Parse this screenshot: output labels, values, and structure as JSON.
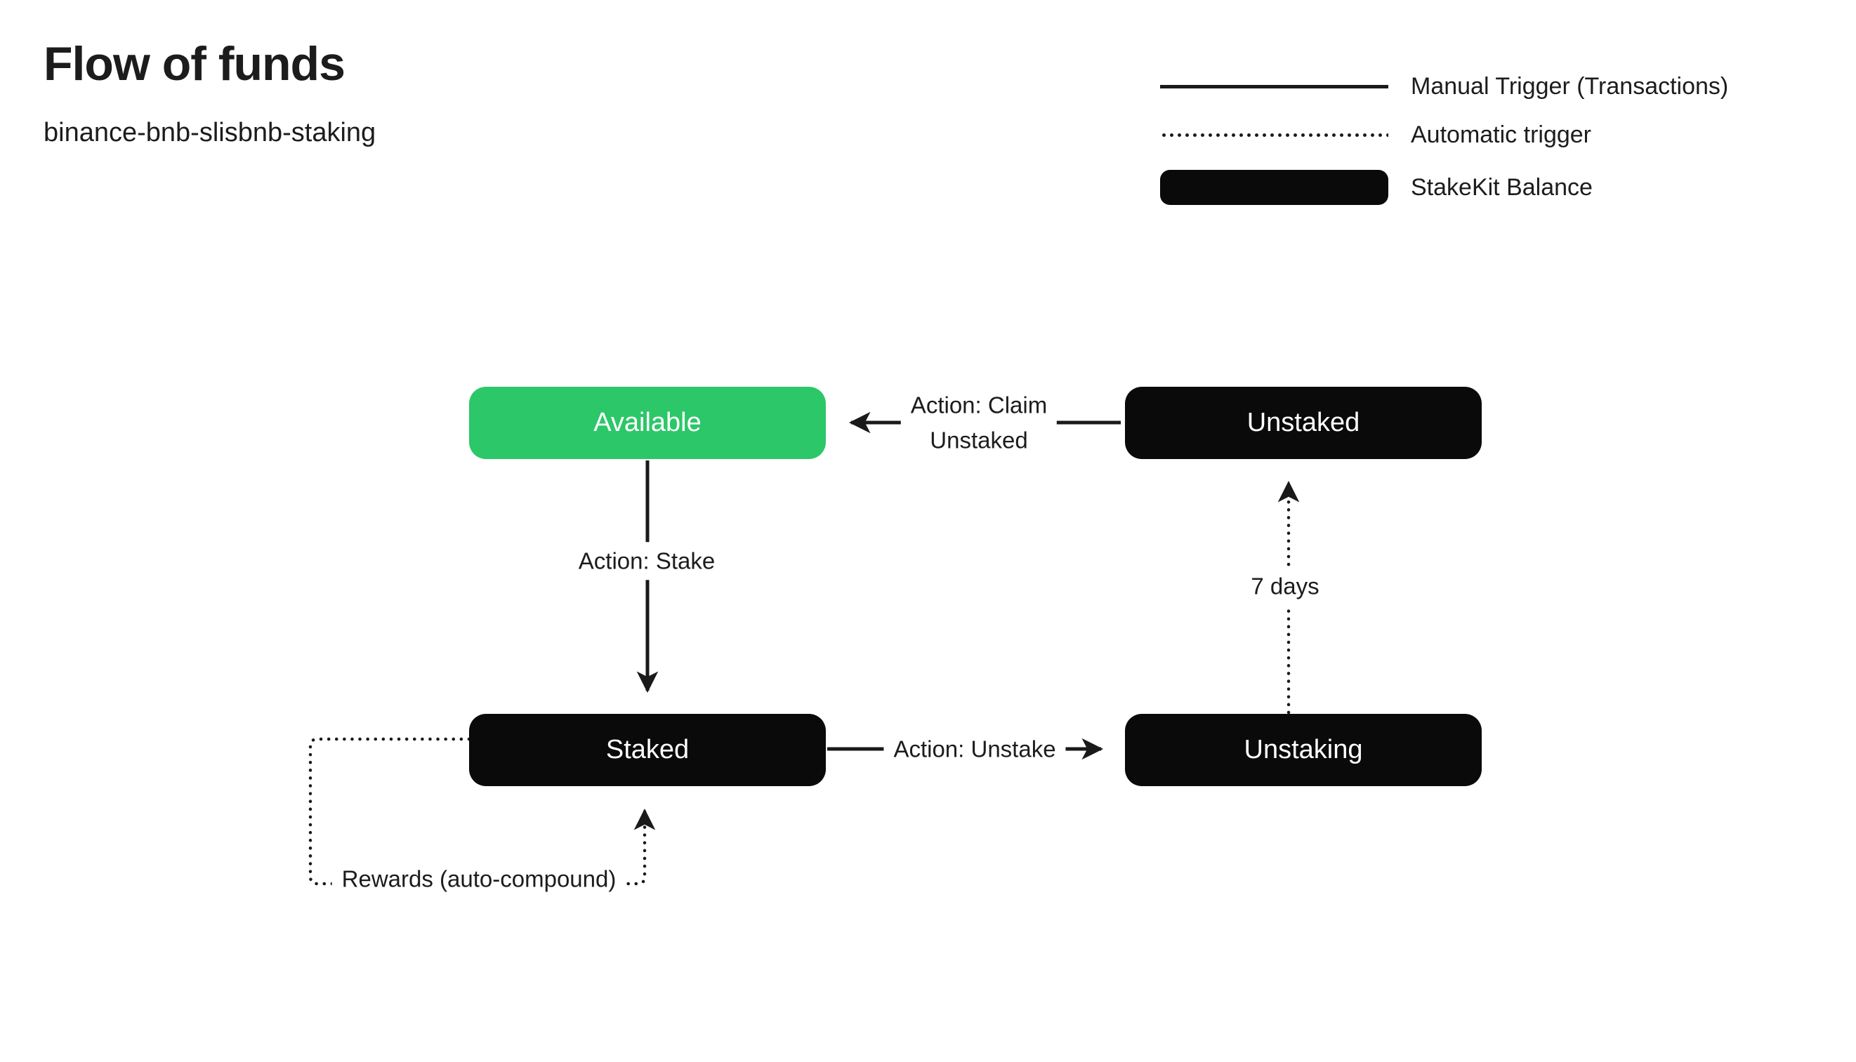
{
  "header": {
    "title": "Flow of funds",
    "subtitle": "binance-bnb-slisbnb-staking"
  },
  "legend": {
    "items": [
      {
        "swatch": "solid-line",
        "label": "Manual Trigger (Transactions)"
      },
      {
        "swatch": "dotted-line",
        "label": "Automatic trigger"
      },
      {
        "swatch": "filled-pill",
        "label": "StakeKit Balance"
      }
    ]
  },
  "nodes": [
    {
      "id": "available",
      "label": "Available",
      "balance_type": "available",
      "color": "#2CC768"
    },
    {
      "id": "unstaked",
      "label": "Unstaked",
      "balance_type": "stakekit",
      "color": "#0A0A0A"
    },
    {
      "id": "staked",
      "label": "Staked",
      "balance_type": "stakekit",
      "color": "#0A0A0A"
    },
    {
      "id": "unstaking",
      "label": "Unstaking",
      "balance_type": "stakekit",
      "color": "#0A0A0A"
    }
  ],
  "edges": [
    {
      "from": "Unstaked",
      "to": "Available",
      "trigger": "manual",
      "label_lines": [
        "Action: Claim",
        "Unstaked"
      ]
    },
    {
      "from": "Available",
      "to": "Staked",
      "trigger": "manual",
      "label": "Action: Stake"
    },
    {
      "from": "Staked",
      "to": "Unstaking",
      "trigger": "manual",
      "label": "Action: Unstake"
    },
    {
      "from": "Unstaking",
      "to": "Unstaked",
      "trigger": "automatic",
      "label": "7 days"
    },
    {
      "from": "Staked",
      "to": "Staked",
      "trigger": "automatic",
      "label": "Rewards (auto-compound)"
    }
  ],
  "colors": {
    "available_node": "#2CC768",
    "balance_node": "#0A0A0A",
    "line": "#1A1A1A",
    "text": "#1C1C1C",
    "node_text": "#FFFFFF",
    "background": "#FFFFFF"
  }
}
